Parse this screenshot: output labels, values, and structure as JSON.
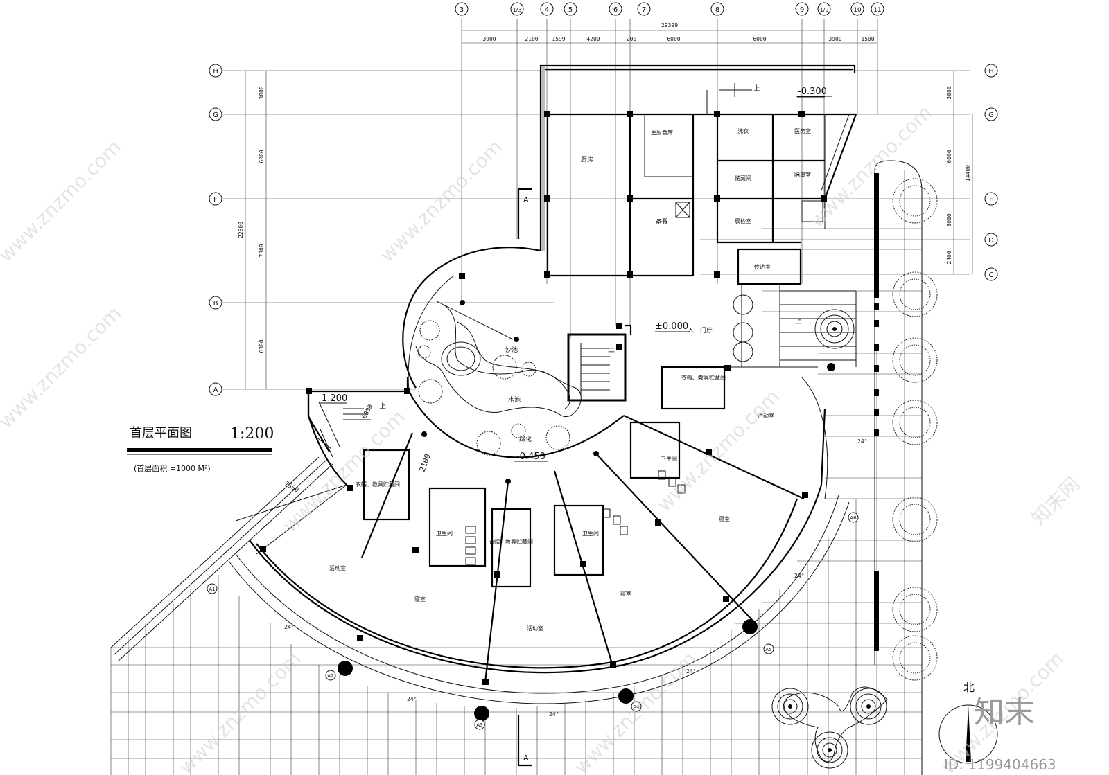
{
  "title": {
    "main": "首层平面图",
    "scale": "1:200",
    "area_note": "(首层面积 =1000 M²)"
  },
  "axes_top": [
    {
      "label": "3"
    },
    {
      "label": "1/3"
    },
    {
      "label": "4"
    },
    {
      "label": "5"
    },
    {
      "label": "6"
    },
    {
      "label": "7"
    },
    {
      "label": "8"
    },
    {
      "label": "9"
    },
    {
      "label": "1/9"
    },
    {
      "label": "10"
    },
    {
      "label": "11"
    }
  ],
  "dims_top_total": "29399",
  "dims_top": [
    "3900",
    "2100",
    "1599",
    "4200",
    "200",
    "6000",
    "6000",
    "3900",
    "1500"
  ],
  "axes_left": [
    {
      "label": "H"
    },
    {
      "label": "G"
    },
    {
      "label": "F"
    },
    {
      "label": "B"
    },
    {
      "label": "A"
    }
  ],
  "axes_right": [
    {
      "label": "H"
    },
    {
      "label": "G"
    },
    {
      "label": "F"
    },
    {
      "label": "D"
    },
    {
      "label": "C"
    }
  ],
  "dims_left": [
    "3000",
    "6000",
    "7300",
    "6300"
  ],
  "dims_left_total": "22600",
  "dims_right": [
    "3000",
    "6000",
    "3000",
    "2400"
  ],
  "dims_right_total": "14400",
  "radial_axes": [
    "A1",
    "A2",
    "A3",
    "A4",
    "A5",
    "A6"
  ],
  "rooms": {
    "kitchen": "厨房",
    "staff_kitchen": "主厨食库",
    "prep": "备餐",
    "laundry": "洗衣",
    "clinic": "医务室",
    "storage": "储藏间",
    "isolation": "隔离室",
    "morning_check": "晨检室",
    "reception": "传达室",
    "entrance_hall": "入口门厅",
    "pool": "水池",
    "sandpit": "沙池",
    "green": "绿化",
    "activity": "活动室",
    "bedroom": "寝室",
    "toilet": "卫生间",
    "closet": "衣帽、教具贮藏间"
  },
  "levels": {
    "entrance": "±0.000",
    "outside": "-0.300",
    "courtyard": "-0.450",
    "stair_landing": "1.200"
  },
  "labels": {
    "up": "上",
    "section": "A",
    "angle": "24°",
    "dim_6800": "6800",
    "dim_7500": "7500",
    "dim_2100": "2100",
    "north": "北"
  },
  "watermark": {
    "site": "www.znzmo.com",
    "brand": "知末网",
    "logo": "知末",
    "id": "ID: 1199404663"
  }
}
